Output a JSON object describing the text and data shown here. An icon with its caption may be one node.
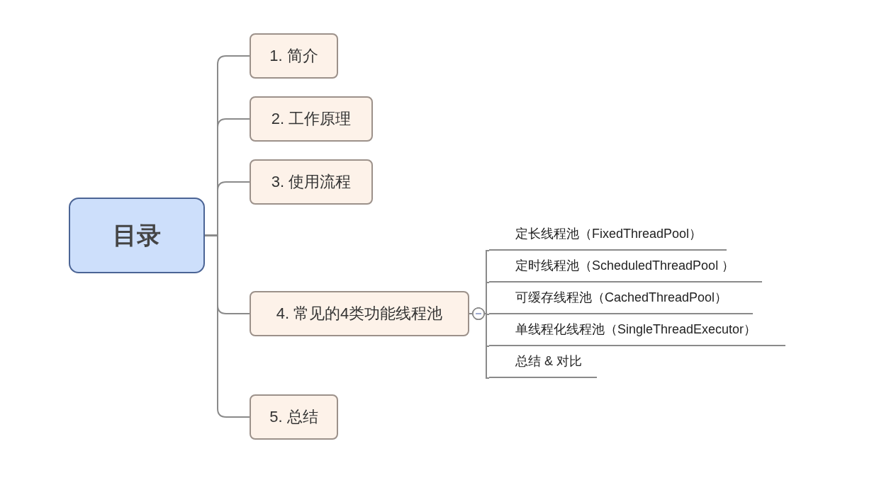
{
  "diagram": {
    "nodes": [
      {
        "text": [
          "目录"
        ]
      },
      {
        "text": [
          "1. 简介"
        ]
      },
      {
        "text": [
          "2. 工作原理"
        ]
      },
      {
        "text": [
          "3. 使用流程"
        ]
      },
      {
        "text": [
          "4. 常见的4类功能线程池"
        ]
      },
      {
        "text": [
          "5. 总结"
        ]
      },
      {
        "text": [
          "定长线程池（FixedThreadPool）"
        ]
      },
      {
        "text": [
          "定时线程池（ScheduledThreadPool ）"
        ]
      },
      {
        "text": [
          "可缓存线程池（CachedThreadPool）"
        ]
      },
      {
        "text": [
          "单线程化线程池（SingleThreadExecutor）"
        ]
      },
      {
        "text": [
          "总结 & 对比"
        ]
      }
    ],
    "edges": [
      {
        "from": 0,
        "to": 1,
        "arrow": "none"
      },
      {
        "from": 0,
        "to": 2,
        "arrow": "none"
      },
      {
        "from": 0,
        "to": 3,
        "arrow": "none"
      },
      {
        "from": 0,
        "to": 4,
        "arrow": "none"
      },
      {
        "from": 0,
        "to": 5,
        "arrow": "none"
      },
      {
        "from": 4,
        "to": 6,
        "arrow": "other"
      },
      {
        "from": 4,
        "to": 7,
        "arrow": "other"
      },
      {
        "from": 4,
        "to": 8,
        "arrow": "other"
      },
      {
        "from": 4,
        "to": 9,
        "arrow": "other"
      },
      {
        "from": 4,
        "to": 10,
        "arrow": "other"
      }
    ]
  }
}
